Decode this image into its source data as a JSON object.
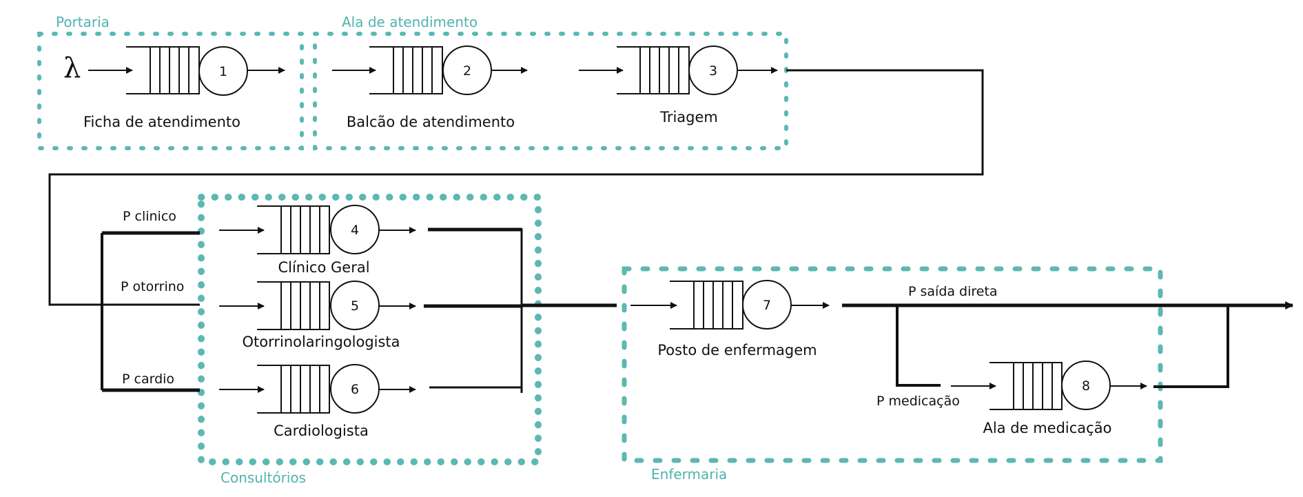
{
  "colors": {
    "zone_border": "#5cb8b2",
    "zone_label": "#4fb3ad",
    "line": "#111111"
  },
  "arrival_symbol": "λ",
  "zones": {
    "portaria": "Portaria",
    "ala_atendimento": "Ala de atendimento",
    "consultorios": "Consultórios",
    "enfermaria": "Enfermaria"
  },
  "stations": [
    {
      "id": "1",
      "label": "Ficha de atendimento"
    },
    {
      "id": "2",
      "label": "Balcão de atendimento"
    },
    {
      "id": "3",
      "label": "Triagem"
    },
    {
      "id": "4",
      "label": "Clínico Geral"
    },
    {
      "id": "5",
      "label": "Otorrinolaringologista"
    },
    {
      "id": "6",
      "label": "Cardiologista"
    },
    {
      "id": "7",
      "label": "Posto de enfermagem"
    },
    {
      "id": "8",
      "label": "Ala de medicação"
    }
  ],
  "routing": {
    "p_clinico": "P clinico",
    "p_otorrino": "P otorrino",
    "p_cardio": "P cardio",
    "p_saida_direta": "P saída direta",
    "p_medicacao": "P medicação"
  }
}
